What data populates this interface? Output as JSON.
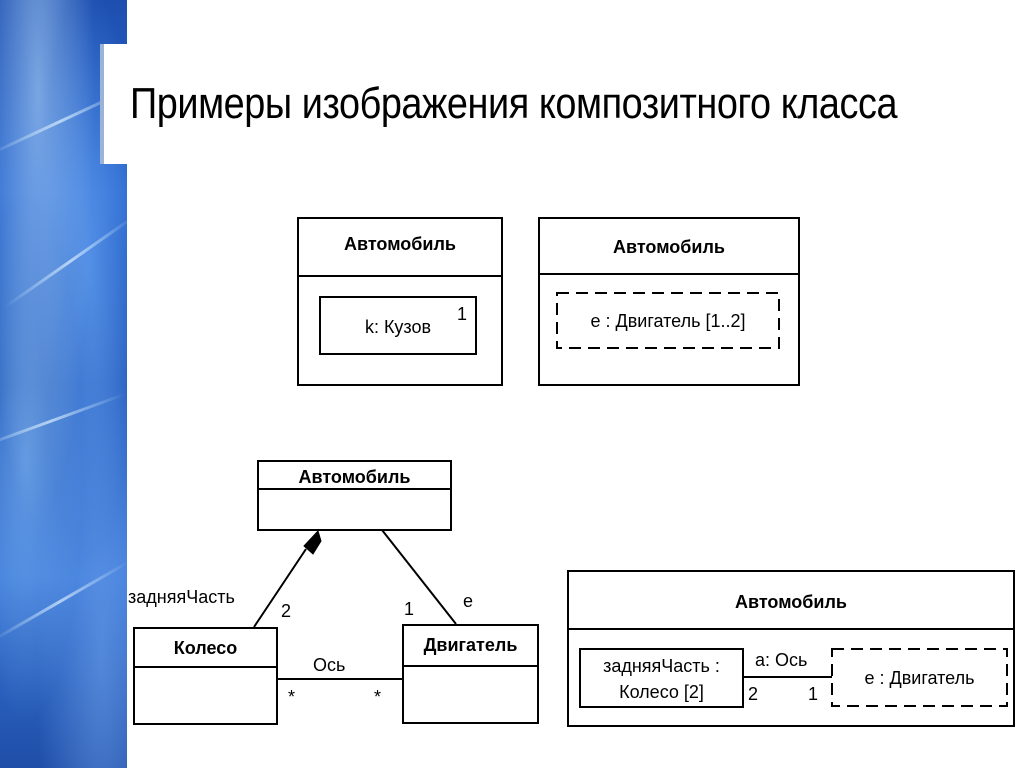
{
  "slide": {
    "title": "Примеры изображения композитного класса"
  },
  "diagram1": {
    "class_name": "Автомобиль",
    "part_label": "k: Кузов",
    "part_multiplicity": "1"
  },
  "diagram2": {
    "class_name": "Автомобиль",
    "part_label": "e : Двигатель [1..2]"
  },
  "diagram3": {
    "top_class": "Автомобиль",
    "left_class": "Колесо",
    "right_class": "Двигатель",
    "role_left": "задняяЧасть",
    "mult_left_top": "2",
    "mult_right_top": "1",
    "role_right": "e",
    "assoc_name": "Ось",
    "mult_assoc_left": "*",
    "mult_assoc_right": "*"
  },
  "diagram4": {
    "class_name": "Автомобиль",
    "part_left_line1": "задняяЧасть :",
    "part_left_line2": "Колесо [2]",
    "connector_label": "a: Ось",
    "mult_left": "2",
    "mult_right": "1",
    "part_right": "e : Двигатель"
  },
  "colors": {
    "band_primary": "#2c6ad0",
    "line": "#000000"
  }
}
